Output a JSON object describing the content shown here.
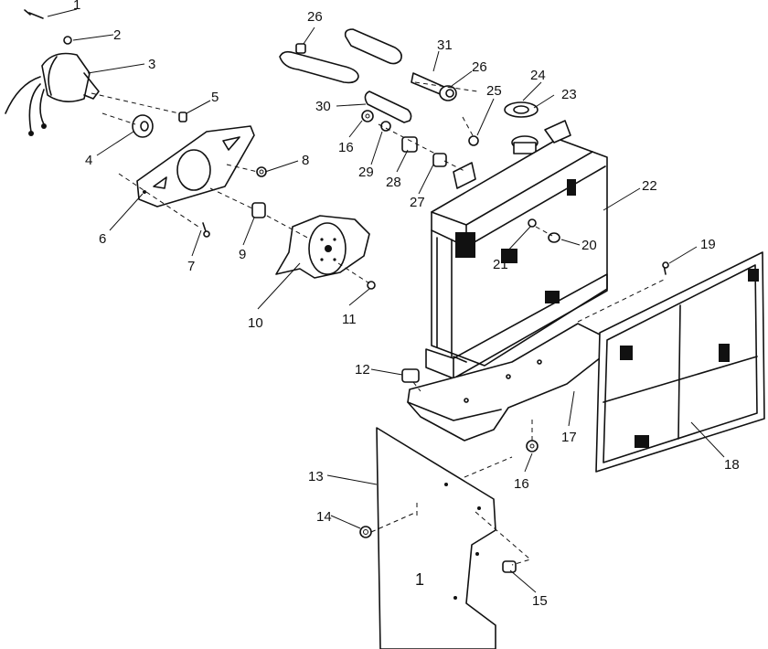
{
  "callouts": {
    "c1": "1",
    "c2": "2",
    "c3": "3",
    "c4": "4",
    "c5": "5",
    "c6": "6",
    "c7": "7",
    "c8": "8",
    "c9": "9",
    "c10": "10",
    "c11": "11",
    "c12": "12",
    "c13": "13",
    "c14": "14",
    "c15": "15",
    "c16a": "16",
    "c16b": "16",
    "c17": "17",
    "c18": "18",
    "c19": "19",
    "c20": "20",
    "c21": "21",
    "c22": "22",
    "c23": "23",
    "c24": "24",
    "c25": "25",
    "c26a": "26",
    "c26b": "26",
    "c27": "27",
    "c28": "28",
    "c29": "29",
    "c30": "30",
    "c31": "31"
  },
  "side_panel_mark": "1",
  "colors": {
    "ink": "#111111",
    "paper": "#ffffff"
  }
}
